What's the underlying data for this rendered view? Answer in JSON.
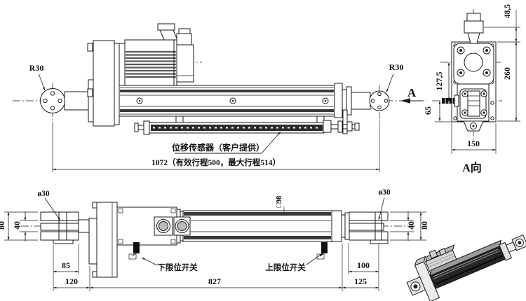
{
  "colors": {
    "background": "#ffffff",
    "line": "#1a1a1a",
    "dark_fill": "#2b2b2b"
  },
  "front_view": {
    "rod_end_left_radius": "R30",
    "rod_end_right_radius": "R30",
    "view_arrow_label": "A",
    "sensor_note": "位移传感器（客户提供）",
    "overall_length_note": "1072（有效行程500，最大行程514）"
  },
  "side_view": {
    "view_name": "A向",
    "dim_connector_height": "48,5",
    "dim_axis_to_motor_center": "127,5",
    "dim_axis_to_bottom": "65",
    "dim_total_height": "260",
    "dim_width": "150"
  },
  "plan_view": {
    "pin_diameter_left": "ø30",
    "pin_diameter_right": "ø30",
    "body_section": "□98",
    "lower_limit_switch_label": "下限位开关",
    "upper_limit_switch_label": "上限位开关",
    "dim_clevis_outer_left": "80",
    "dim_clevis_inner_left": "40",
    "dim_pin_to_fork_end": "85",
    "dim_pin_to_plate": "120",
    "dim_body_length": "827",
    "dim_fork_to_pin_right": "100",
    "dim_rod_to_pin_right": "125",
    "dim_clevis_inner_right": "40",
    "dim_clevis_outer_right": "80"
  }
}
